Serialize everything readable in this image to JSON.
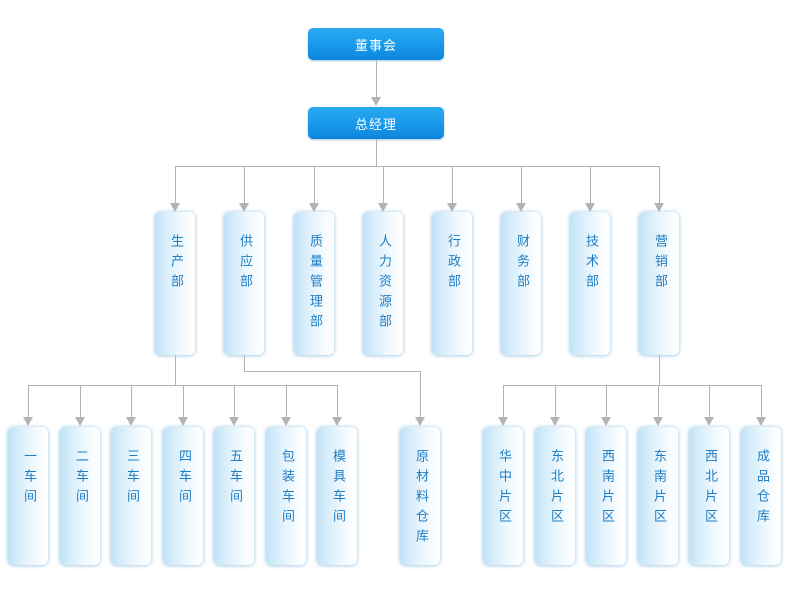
{
  "chart": {
    "title_node": "董事会",
    "manager_node": "总经理",
    "line_color": "#b3b3b3",
    "top_node_color": "#1b9cec",
    "node_text_color": "#1f7dc4",
    "top_node_text_color": "#ffffff"
  },
  "levels": {
    "level1": {
      "label": "董事会"
    },
    "level2": {
      "label": "总经理"
    },
    "departments": [
      {
        "label": "生产部"
      },
      {
        "label": "供应部"
      },
      {
        "label": "质量管理部"
      },
      {
        "label": "人力资源部"
      },
      {
        "label": "行政部"
      },
      {
        "label": "财务部"
      },
      {
        "label": "技术部"
      },
      {
        "label": "营销部"
      }
    ],
    "production_children": [
      {
        "label": "一车间"
      },
      {
        "label": "二车间"
      },
      {
        "label": "三车间"
      },
      {
        "label": "四车间"
      },
      {
        "label": "五车间"
      },
      {
        "label": "包装车间"
      },
      {
        "label": "模具车间"
      }
    ],
    "supply_children": [
      {
        "label": "原材料仓库"
      }
    ],
    "marketing_children": [
      {
        "label": "华中片区"
      },
      {
        "label": "东北片区"
      },
      {
        "label": "西南片区"
      },
      {
        "label": "东南片区"
      },
      {
        "label": "西北片区"
      },
      {
        "label": "成品仓库"
      }
    ]
  }
}
